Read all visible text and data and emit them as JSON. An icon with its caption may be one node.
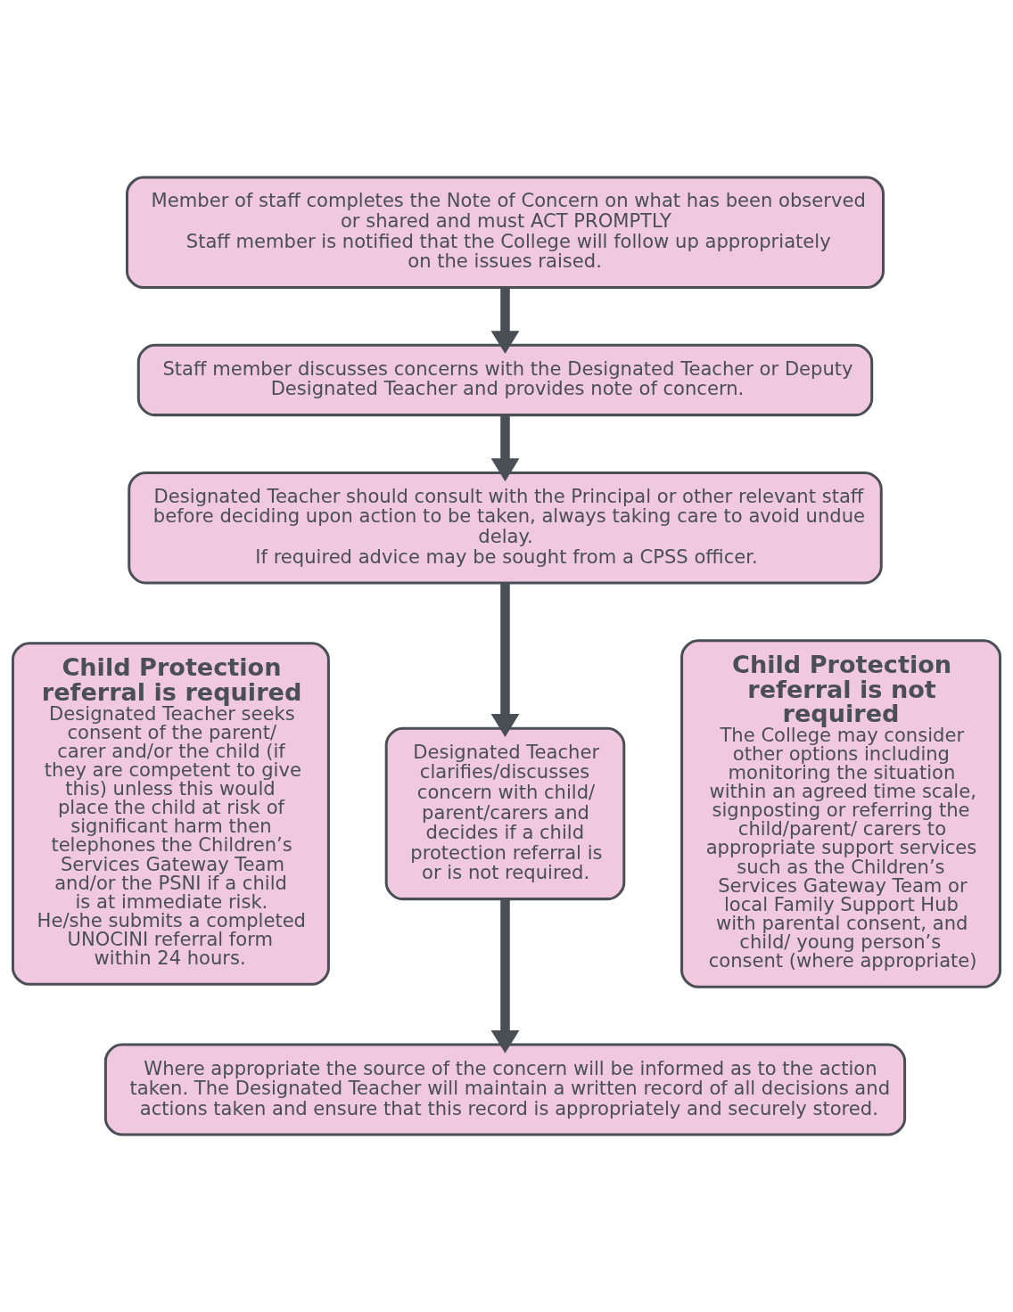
{
  "diagram": {
    "nodes": [
      {
        "text": [
          "Member of staff completes the Note of Concern on what has been observed or shared and must ACT PROMPTLY",
          "Staff member is notified that the College will follow up appropriately on the issues raised."
        ]
      },
      {
        "text": [
          "Staff member discusses concerns with the Designated Teacher or Deputy Designated Teacher and provides note of concern."
        ]
      },
      {
        "text": [
          "Designated Teacher should consult with the Principal or other relevant staff before deciding upon action to be taken, always taking care to avoid undue delay.",
          "If required advice may be sought from a CPSS officer."
        ]
      },
      {
        "text": [
          "Child Protection referral is required",
          "Designated Teacher seeks consent of the parent/ carer and/or the child (if they are competent to give this) unless this would place the child at risk of significant harm then telephones the Children’s Services Gateway Team and/or the PSNI if a child is at immediate risk. He/she submits a completed UNOCINI referral form within 24 hours."
        ]
      },
      {
        "text": [
          "Designated Teacher clarifies/discusses concern with child/ parent/carers and decides if a child protection referral is or is not required."
        ]
      },
      {
        "text": [
          "Child Protection referral is not required",
          "The College may consider other options including monitoring the situation within an agreed time scale, signposting or referring the child/parent/ carers to appropriate support services such as the Children’s Services Gateway Team or local Family Support Hub with parental consent, and child/ young person’s consent (where appropriate)"
        ]
      },
      {
        "text": [
          "Where appropriate the source of the concern will be informed as to the action taken. The Designated Teacher will maintain a written record of all decisions and actions taken and ensure that this record is appropriately and securely stored."
        ]
      }
    ],
    "edges": [
      {
        "from": 0,
        "to": 1,
        "arrow": "to"
      },
      {
        "from": 1,
        "to": 2,
        "arrow": "to"
      },
      {
        "from": 2,
        "to": 4,
        "arrow": "to"
      },
      {
        "from": 4,
        "to": 6,
        "arrow": "to"
      }
    ]
  }
}
